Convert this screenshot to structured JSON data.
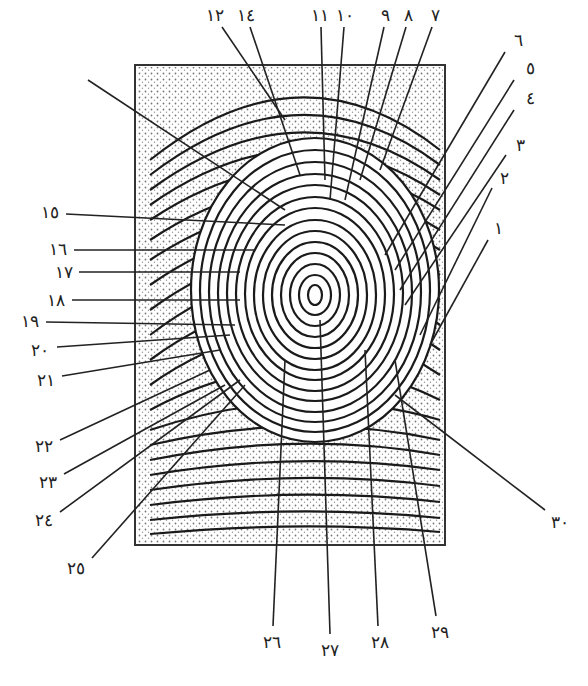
{
  "diagram": {
    "labels": [
      "١٢",
      "١٤",
      "١١",
      "١٠",
      "٩",
      "٨",
      "٧",
      "٦",
      "٥",
      "٤",
      "٣",
      "٢",
      "١",
      "١٥",
      "١٦",
      "١٧",
      "١٨",
      "١٩",
      "٢٠",
      "٢١",
      "٢٢",
      "٢٣",
      "٢٤",
      "٢٥",
      "٢٦",
      "٢٧",
      "٢٨",
      "٢٩",
      "٣٠"
    ]
  }
}
